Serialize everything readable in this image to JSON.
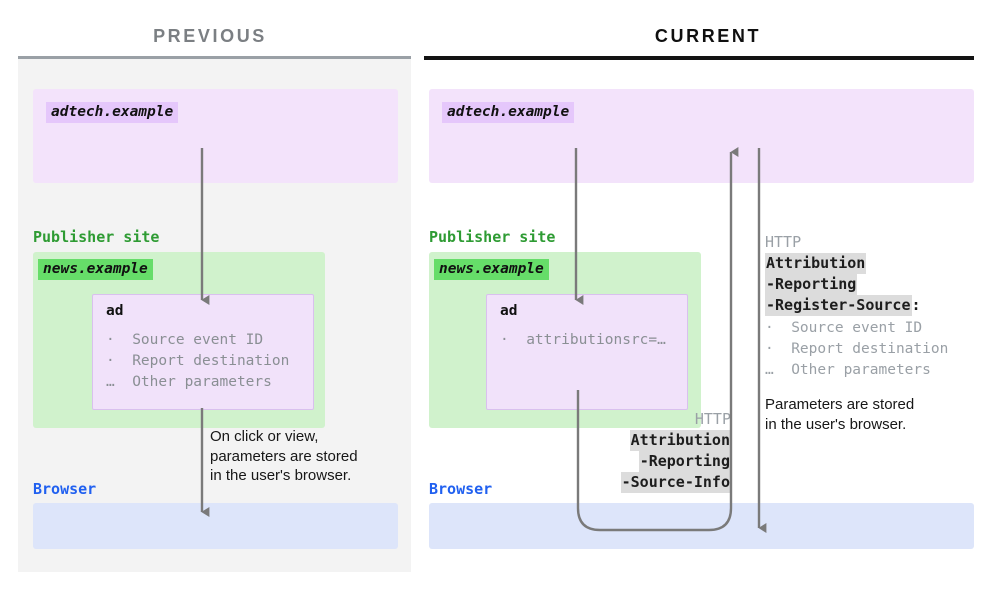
{
  "panels": [
    {
      "id": "previous",
      "title": "PREVIOUS",
      "adtech": {
        "chip": "adtech.example"
      },
      "publisher": {
        "label": "Publisher site",
        "chip": "news.example"
      },
      "ad": {
        "title": "ad",
        "items": "·  Source event ID\n·  Report destination\n…  Other parameters"
      },
      "note": "On click or view,\nparameters are stored\nin the user's browser.",
      "browser": {
        "label": "Browser"
      }
    },
    {
      "id": "current",
      "title": "CURRENT",
      "adtech": {
        "chip": "adtech.example"
      },
      "publisher": {
        "label": "Publisher site",
        "chip": "news.example"
      },
      "ad": {
        "title": "ad",
        "items": "·  attributionsrc=…"
      },
      "http_request": {
        "protocol": "HTTP",
        "tokens": [
          "Attribution",
          "-Reporting",
          "-Source-Info"
        ]
      },
      "http_response": {
        "protocol": "HTTP",
        "tokens": [
          "Attribution",
          "-Reporting",
          "-Register-Source"
        ],
        "colon": ":",
        "params": "·  Source event ID\n·  Report destination\n…  Other parameters"
      },
      "note": "Parameters are stored\nin the user's browser.",
      "browser": {
        "label": "Browser"
      }
    }
  ],
  "colors": {
    "adtech_zone": "#f3e3fb",
    "publisher_zone": "#d0f2cc",
    "browser_zone": "#dde5fa",
    "chip_purple": "#e5c7fb",
    "chip_green": "#66dd69",
    "green_label": "#2e9b33",
    "blue_label": "#2060f0",
    "arrow": "#7a7a7a",
    "muted_text": "#9aa0a6",
    "panel_backdrop": "#f3f3f3"
  }
}
